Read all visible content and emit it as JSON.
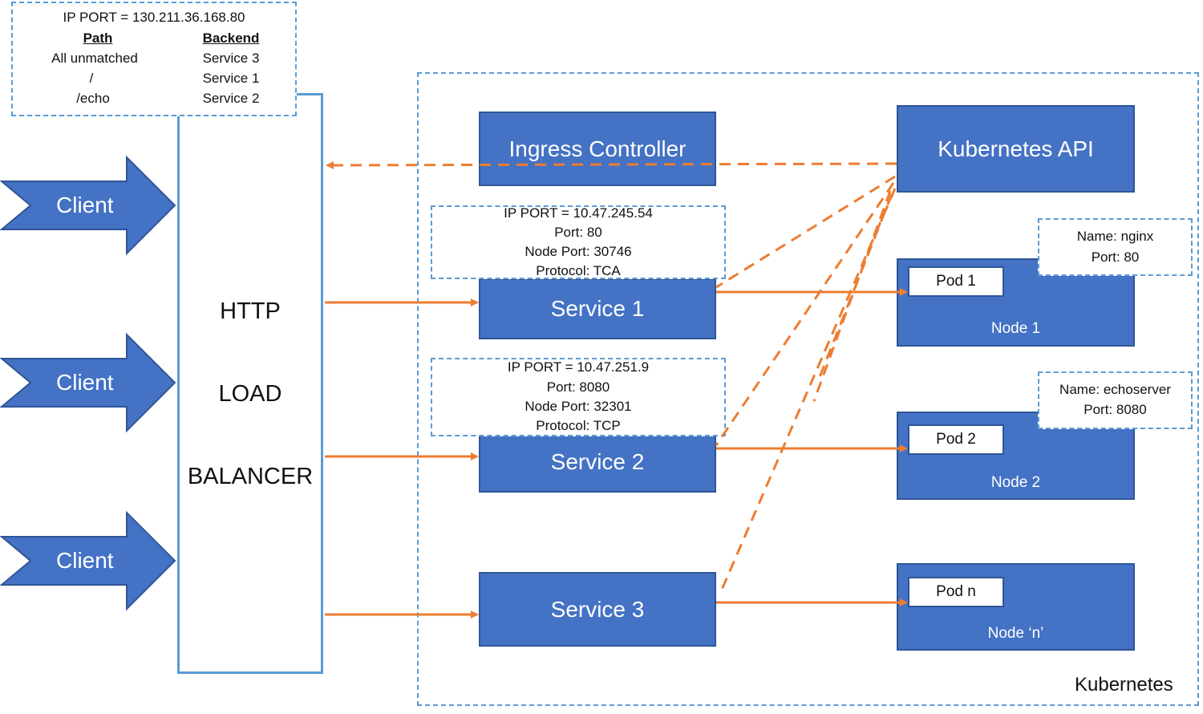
{
  "ingress_table": {
    "ip_port": "IP PORT = 130.211.36.168.80",
    "path_header": "Path",
    "backend_header": "Backend",
    "rows": [
      {
        "path": "All unmatched",
        "backend": "Service 3"
      },
      {
        "path": "/",
        "backend": "Service 1"
      },
      {
        "path": "/echo",
        "backend": "Service 2"
      }
    ]
  },
  "clients": [
    "Client",
    "Client",
    "Client"
  ],
  "load_balancer": {
    "line1": "HTTP",
    "line2": "LOAD",
    "line3": "BALANCER"
  },
  "ingress_controller": "Ingress Controller",
  "kubernetes_api": "Kubernetes API",
  "services": [
    {
      "label": "Service 1",
      "info": [
        "IP PORT = 10.47.245.54",
        "Port: 80",
        "Node Port: 30746",
        "Protocol: TCA"
      ]
    },
    {
      "label": "Service 2",
      "info": [
        "IP PORT = 10.47.251.9",
        "Port: 8080",
        "Node Port: 32301",
        "Protocol: TCP"
      ]
    },
    {
      "label": "Service 3"
    }
  ],
  "nodes": [
    {
      "pod": "Pod 1",
      "node": "Node 1",
      "info": [
        "Name: nginx",
        "Port: 80"
      ]
    },
    {
      "pod": "Pod 2",
      "node": "Node 2",
      "info": [
        "Name: echoserver",
        "Port: 8080"
      ]
    },
    {
      "pod": "Pod n",
      "node": "Node ‘n’"
    }
  ],
  "kubernetes_label": "Kubernetes",
  "colors": {
    "box_fill": "#4472c4",
    "box_border": "#2f5597",
    "arrow": "#ed7d31",
    "dash_border": "#5b9bd5"
  }
}
